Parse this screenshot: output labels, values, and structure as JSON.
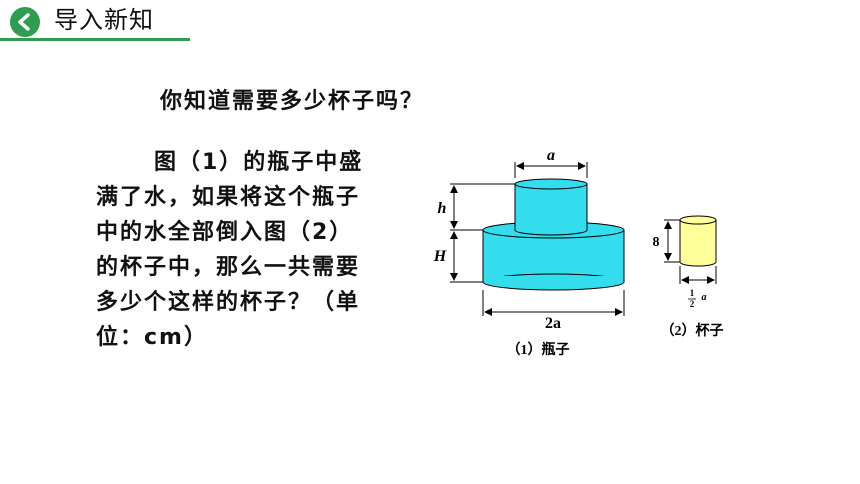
{
  "header": {
    "title": "导入新知",
    "icon": "chevron-left-icon",
    "accent_color": "#2e9d52"
  },
  "question": "你知道需要多少杯子吗？",
  "problem": {
    "lines": [
      "图（1）的瓶子中盛",
      "满了水，如果将这个瓶子",
      "中的水全部倒入图（2）",
      "的杯子中，那么一共需要",
      "多少个这样的杯子？（单",
      "位：cm）"
    ]
  },
  "figure_bottle": {
    "label_top_width": "a",
    "label_top_height": "h",
    "label_bottom_height": "H",
    "label_bottom_width": "2a",
    "caption": "（1）瓶子",
    "color": "#33ddee"
  },
  "figure_cup": {
    "label_height": "8",
    "label_diameter_numerator": "1",
    "label_diameter_denominator": "2",
    "label_diameter_var": "a",
    "caption": "（2）杯子",
    "color": "#ffff99"
  }
}
